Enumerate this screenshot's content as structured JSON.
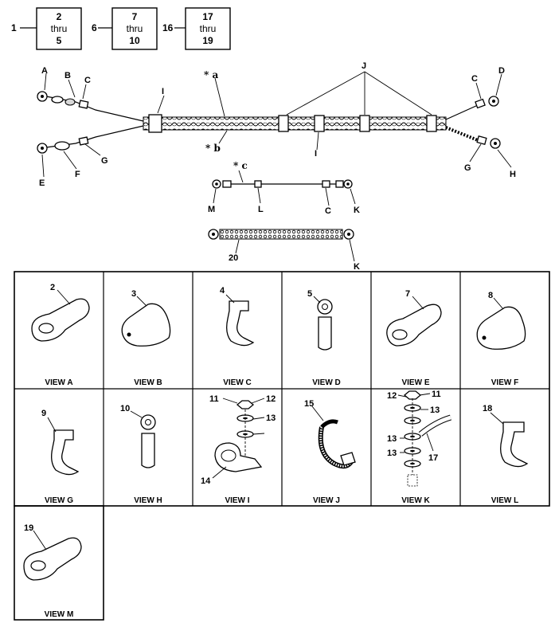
{
  "index_boxes": [
    {
      "ref": "1",
      "top": "2",
      "mid": "thru",
      "bot": "5"
    },
    {
      "ref": "6",
      "top": "7",
      "mid": "thru",
      "bot": "10"
    },
    {
      "ref": "16",
      "top": "17",
      "mid": "thru",
      "bot": "19"
    }
  ],
  "callouts": {
    "A": "A",
    "B": "B",
    "C": "C",
    "D": "D",
    "E": "E",
    "F": "F",
    "G": "G",
    "H": "H",
    "I": "I",
    "J": "J",
    "K": "K",
    "L": "L",
    "M": "M",
    "a": "* a",
    "b": "* b",
    "c": "* c",
    "n20": "20"
  },
  "views": [
    {
      "title": "VIEW A",
      "item": "2"
    },
    {
      "title": "VIEW B",
      "item": "3"
    },
    {
      "title": "VIEW C",
      "item": "4"
    },
    {
      "title": "VIEW D",
      "item": "5"
    },
    {
      "title": "VIEW E",
      "item": "7"
    },
    {
      "title": "VIEW F",
      "item": "8"
    },
    {
      "title": "VIEW G",
      "item": "9"
    },
    {
      "title": "VIEW H",
      "item": "10"
    },
    {
      "title": "VIEW I",
      "items": [
        "11",
        "12",
        "13",
        "14"
      ]
    },
    {
      "title": "VIEW J",
      "item": "15"
    },
    {
      "title": "VIEW K",
      "items": [
        "12",
        "11",
        "13",
        "13",
        "13",
        "17"
      ]
    },
    {
      "title": "VIEW L",
      "item": "18"
    },
    {
      "title": "VIEW M",
      "item": "19"
    }
  ]
}
